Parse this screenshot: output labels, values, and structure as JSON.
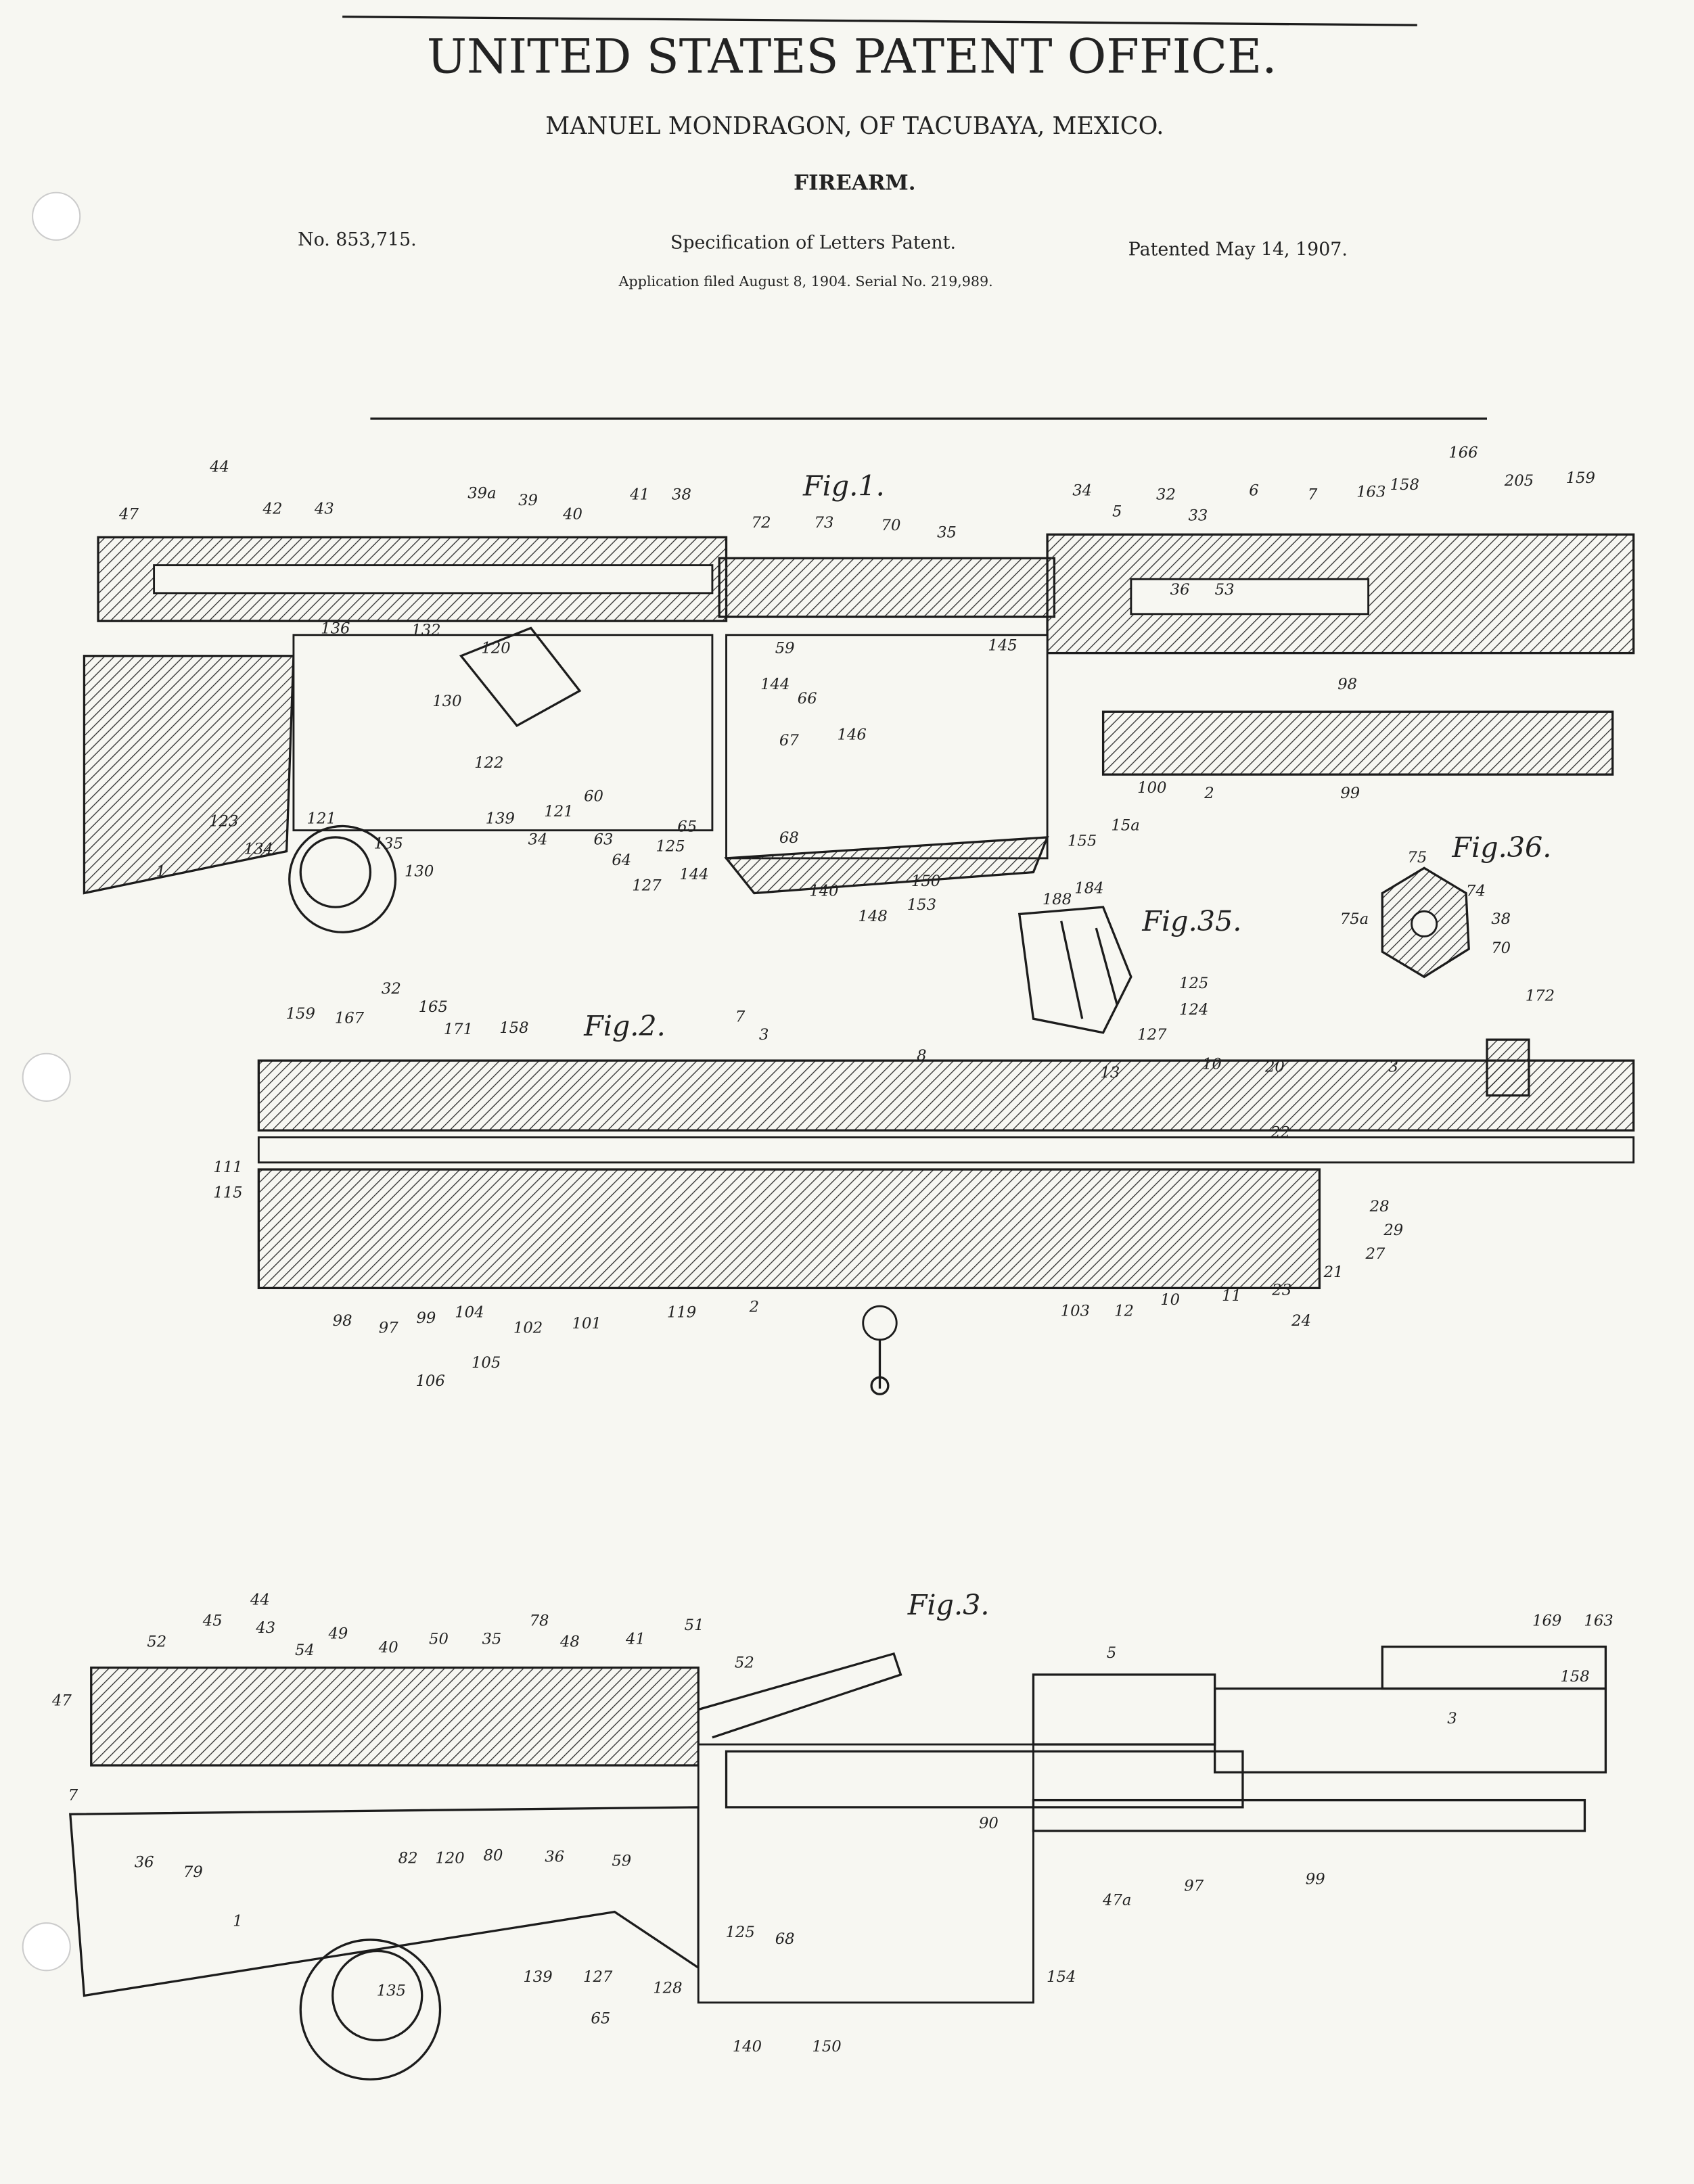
{
  "header": {
    "office": "UNITED STATES PATENT OFFICE.",
    "inventor": "MANUEL MONDRAGON, OF TACUBAYA, MEXICO.",
    "title": "FIREARM.",
    "patent_number": "No. 853,715.",
    "specification": "Specification of Letters Patent.",
    "patented": "Patented May 14, 1907.",
    "application": "Application filed August 8, 1904.  Serial No. 219,989."
  },
  "figures": {
    "fig1": {
      "title": "Fig.1.",
      "labels": [
        "44",
        "47",
        "42",
        "43",
        "39a",
        "39",
        "40",
        "41",
        "38",
        "72",
        "73",
        "70",
        "35",
        "34",
        "5",
        "32",
        "33",
        "6",
        "7",
        "163",
        "158",
        "166",
        "205",
        "159",
        "36",
        "53",
        "59",
        "145",
        "144",
        "66",
        "67",
        "146",
        "98",
        "99",
        "100",
        "2",
        "155",
        "15a",
        "136",
        "132",
        "120",
        "130",
        "122",
        "134",
        "123",
        "1",
        "121",
        "135",
        "130",
        "139",
        "34",
        "121",
        "60",
        "63",
        "64",
        "125",
        "127",
        "144",
        "65",
        "68",
        "140",
        "148",
        "153",
        "150"
      ]
    },
    "fig35": {
      "title": "Fig.35.",
      "labels": [
        "188",
        "184",
        "125",
        "124",
        "127"
      ]
    },
    "fig36": {
      "title": "Fig.36.",
      "labels": [
        "75",
        "74",
        "75a",
        "38",
        "70"
      ]
    },
    "fig2": {
      "title": "Fig.2.",
      "labels": [
        "7",
        "3",
        "8",
        "172",
        "13",
        "10",
        "20",
        "3",
        "22",
        "28",
        "29",
        "27",
        "21",
        "23",
        "24",
        "11",
        "10",
        "12",
        "103",
        "159",
        "167",
        "32",
        "165",
        "171",
        "158",
        "111",
        "115",
        "98",
        "97",
        "99",
        "104",
        "102",
        "101",
        "119",
        "2",
        "106",
        "105"
      ]
    },
    "fig3": {
      "title": "Fig.3.",
      "labels": [
        "44",
        "45",
        "52",
        "43",
        "47",
        "54",
        "49",
        "40",
        "50",
        "35",
        "78",
        "48",
        "41",
        "51",
        "52",
        "5",
        "169",
        "163",
        "158",
        "3",
        "7",
        "36",
        "79",
        "82",
        "120",
        "80",
        "36",
        "59",
        "90",
        "97",
        "99",
        "47a",
        "1",
        "125",
        "68",
        "154",
        "135",
        "139",
        "127",
        "128",
        "65",
        "140",
        "150"
      ]
    }
  }
}
